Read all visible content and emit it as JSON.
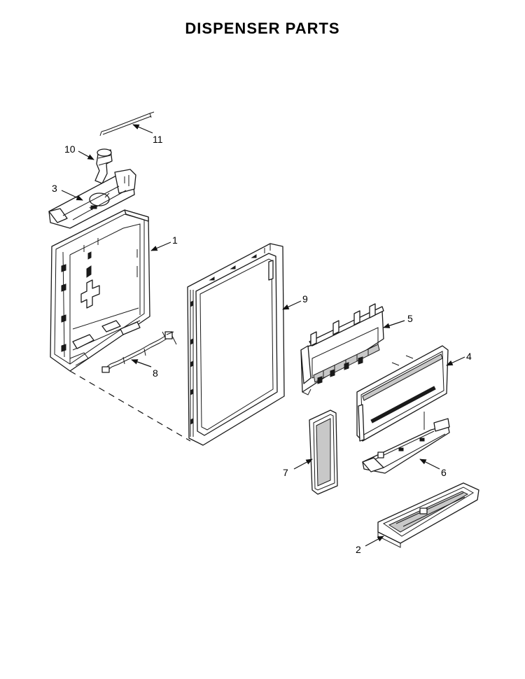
{
  "title": "DISPENSER PARTS",
  "callouts": [
    {
      "id": "11",
      "label": "11"
    },
    {
      "id": "10",
      "label": "10"
    },
    {
      "id": "3",
      "label": "3"
    },
    {
      "id": "1",
      "label": "1"
    },
    {
      "id": "9",
      "label": "9"
    },
    {
      "id": "5",
      "label": "5"
    },
    {
      "id": "4",
      "label": "4"
    },
    {
      "id": "8",
      "label": "8"
    },
    {
      "id": "7",
      "label": "7"
    },
    {
      "id": "6",
      "label": "6"
    },
    {
      "id": "2",
      "label": "2"
    }
  ]
}
